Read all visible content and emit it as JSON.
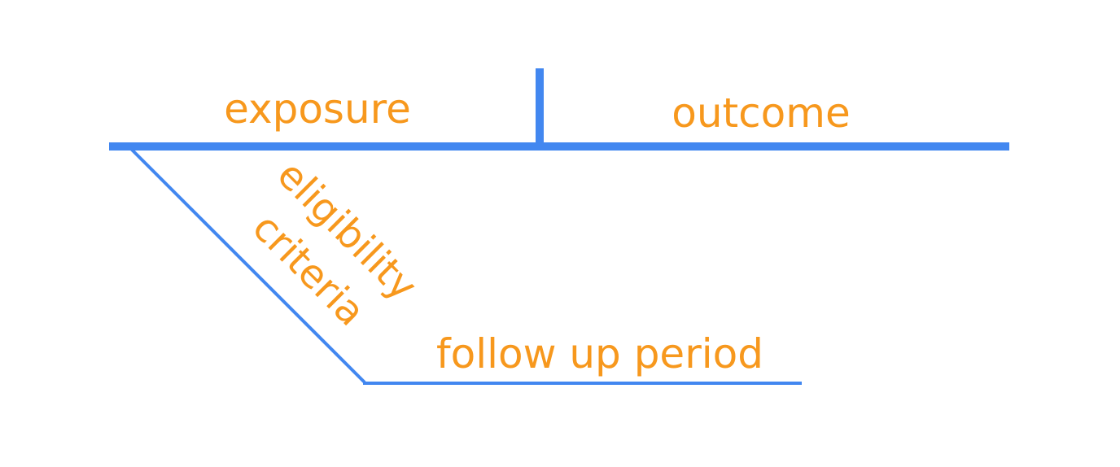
{
  "diagram": {
    "labels": {
      "exposure": "exposure",
      "outcome": "outcome",
      "eligibility": "eligibility",
      "criteria": "criteria",
      "follow_up": "follow up period"
    },
    "colors": {
      "line": "#4287f0",
      "text": "#f7981d",
      "background": "#ffffff"
    }
  }
}
